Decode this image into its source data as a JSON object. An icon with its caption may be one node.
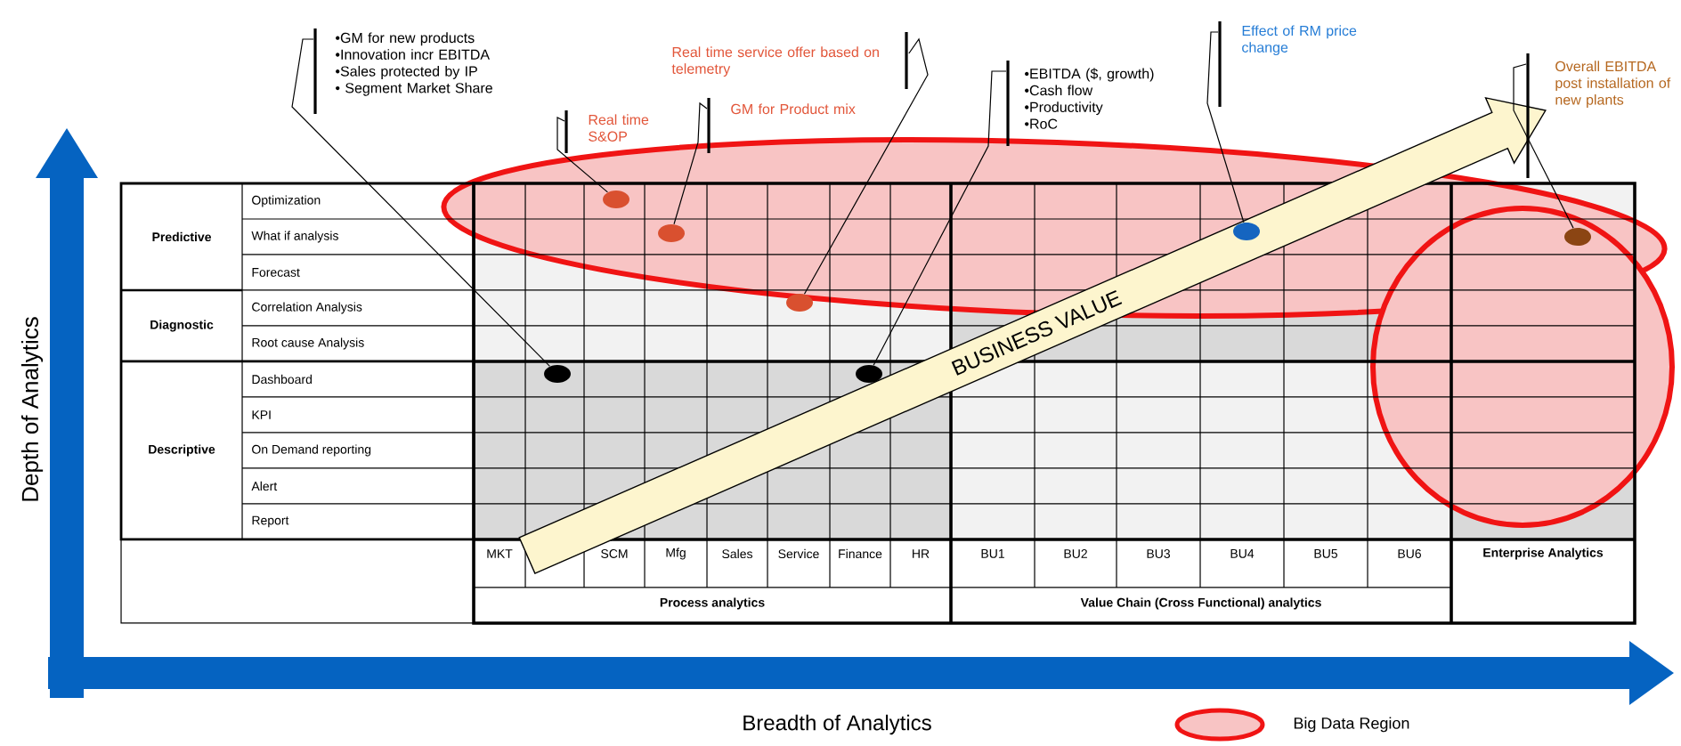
{
  "diagram": {
    "nodes": [
      {
        "text": [
          "•GM for new products",
          "•Innovation incr EBITDA",
          "•Sales protected by IP",
          "• Segment Market Share"
        ]
      },
      {
        "text": [
          "Real time service offer based on telemetry"
        ]
      },
      {
        "text": [
          "Real time S&OP"
        ]
      },
      {
        "text": [
          "GM for Product mix"
        ]
      },
      {
        "text": [
          "•EBITDA ($, growth)",
          "•Cash flow",
          "•Productivity",
          "•RoC"
        ]
      },
      {
        "text": [
          "Effect of RM price change"
        ]
      },
      {
        "text": [
          "Overall EBITDA post installation of new plants"
        ]
      },
      {
        "text": [],
        "shape": "circle"
      },
      {
        "text": [],
        "shape": "circle"
      },
      {
        "text": [],
        "shape": "circle"
      },
      {
        "text": [],
        "shape": "circle"
      },
      {
        "text": [],
        "shape": "circle"
      },
      {
        "text": [],
        "shape": "circle"
      },
      {
        "text": [],
        "shape": "circle"
      }
    ],
    "edges": [
      {
        "from": 0,
        "to": 7,
        "arrow": "none"
      },
      {
        "from": 1,
        "to": 8,
        "arrow": "none"
      },
      {
        "from": 2,
        "to": 9,
        "arrow": "none"
      },
      {
        "from": 3,
        "to": 10,
        "arrow": "none"
      },
      {
        "from": 4,
        "to": 11,
        "arrow": "none"
      },
      {
        "from": 5,
        "to": 12,
        "arrow": "none"
      },
      {
        "from": 6,
        "to": 13,
        "arrow": "none"
      }
    ],
    "labels": [
      "Depth of Analytics",
      "Predictive",
      "Optimization",
      "What if analysis",
      "Forecast",
      "Diagnostic",
      "Correlation Analysis",
      "Root cause Analysis",
      "Descriptive",
      "Dashboard",
      "KPI",
      "On Demand reporting",
      "Alert",
      "Report",
      "MKT",
      "SCM",
      "Mfg",
      "Sales",
      "Service",
      "Finance",
      "HR",
      "BU1",
      "BU2",
      "BU3",
      "BU4",
      "BU5",
      "BU6",
      "Enterprise Analytics",
      "Process analytics",
      "Value Chain (Cross Functional) analytics",
      "BUSINESS VALUE",
      "Breadth of Analytics"
    ],
    "legend": [
      {
        "text": "Big Data Region"
      }
    ]
  }
}
